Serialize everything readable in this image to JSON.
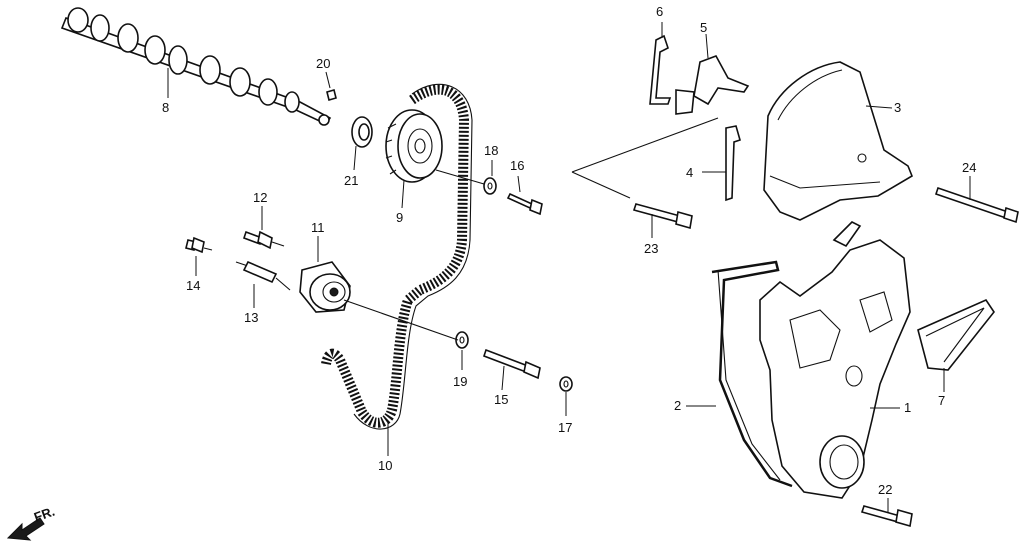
{
  "callouts": {
    "p1": "1",
    "p2": "2",
    "p3": "3",
    "p4": "4",
    "p5": "5",
    "p6": "6",
    "p7": "7",
    "p8": "8",
    "p9": "9",
    "p10": "10",
    "p11": "11",
    "p12": "12",
    "p13": "13",
    "p14": "14",
    "p15": "15",
    "p16": "16",
    "p17": "17",
    "p18": "18",
    "p19": "19",
    "p20": "20",
    "p21": "21",
    "p22": "22",
    "p23": "23",
    "p24": "24"
  },
  "direction_label": "FR."
}
